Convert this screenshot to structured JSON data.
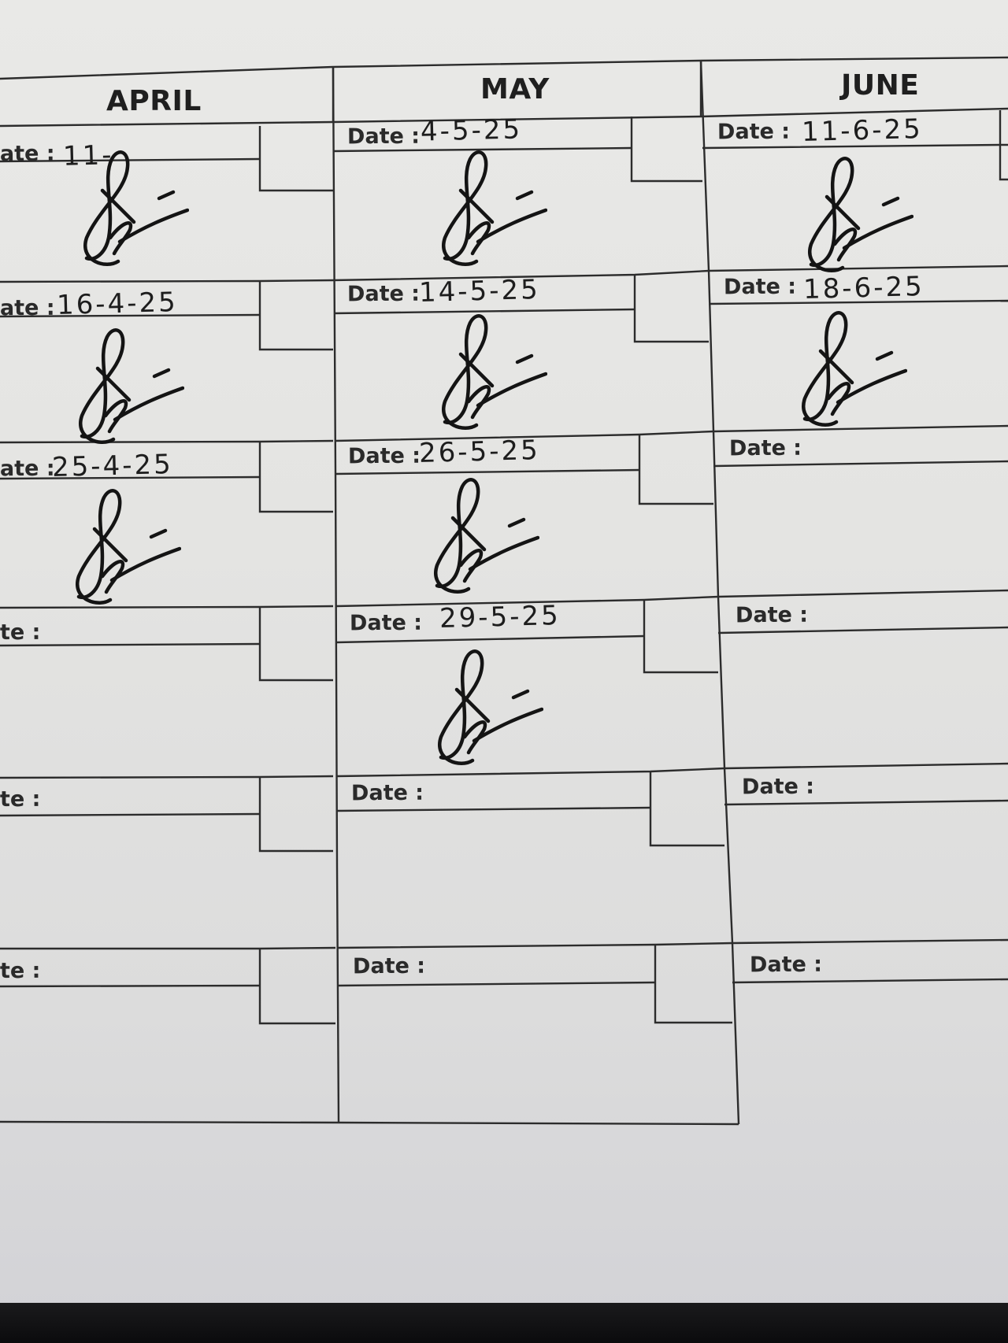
{
  "months": [
    "APRIL",
    "MAY",
    "JUNE"
  ],
  "april": {
    "date_labels": [
      "ate :",
      "ate :",
      "ate :",
      "te :",
      "te :",
      "te :"
    ],
    "handwritten_dates": [
      "11-",
      "16-4-25",
      "25-4-25",
      "",
      "",
      ""
    ],
    "signed": [
      true,
      true,
      true,
      false,
      false,
      false
    ]
  },
  "may": {
    "date_labels": [
      "Date :",
      "Date :",
      "Date :",
      "Date :",
      "Date :",
      "Date :"
    ],
    "handwritten_dates": [
      "4-5-25",
      "14-5-25",
      "26-5-25",
      "29-5-25",
      "",
      ""
    ],
    "signed": [
      true,
      true,
      true,
      true,
      false,
      false
    ]
  },
  "june": {
    "date_labels": [
      "Date :",
      "Date :",
      "Date :",
      "Date :",
      "Date :",
      "Date :"
    ],
    "handwritten_dates": [
      "11-6-25",
      "18-6-25",
      "",
      "",
      "",
      ""
    ],
    "signed": [
      true,
      true,
      false,
      false,
      false,
      false
    ]
  },
  "ink_color": "#141414"
}
